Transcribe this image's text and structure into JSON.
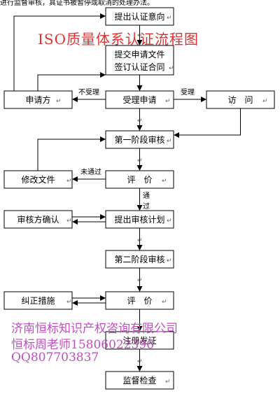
{
  "header_fragment": "进行监督审核，其证书被暂停或取消的处理办法。",
  "title": "ISO质量体系认证流程图",
  "company": {
    "line1": "济南恒标知识产权咨询有限公司",
    "line2": "恒标周老师15806022396",
    "line3": "QQ807703837"
  },
  "paragraph_mark": "↵",
  "nodes": {
    "intent": "提出认证意向",
    "submit": "提交申请文件",
    "sign": "签订认证合同",
    "applicant": "申请方",
    "accept": "受理申请",
    "visit": "访　问",
    "stage1": "第一阶段审核",
    "modify": "修改文件",
    "eval1": "评　价",
    "confirm": "审核方确认",
    "plan": "提出审核计划",
    "stage2": "第二阶段审核",
    "corrective": "纠正措施",
    "eval2": "评　价",
    "register": "注册发证",
    "surveil": "监督检查"
  },
  "edge_labels": {
    "not_accepted": "不受理",
    "accepted": "受理",
    "not_passed": "未通过",
    "pass1": "通",
    "pass2": "过"
  },
  "colors": {
    "title": "#e03030",
    "company": "#c44cc4",
    "line": "#000000"
  }
}
